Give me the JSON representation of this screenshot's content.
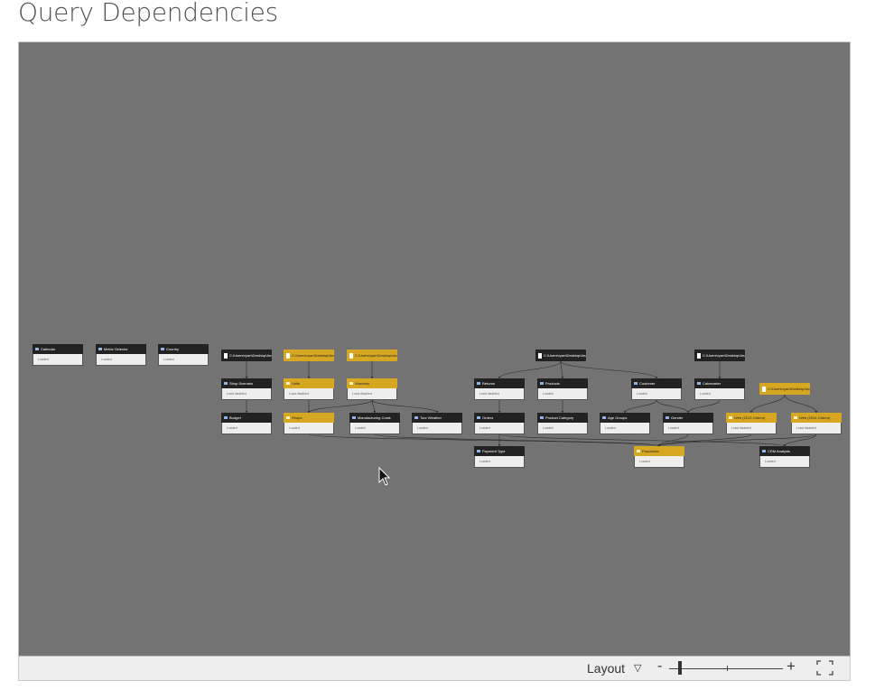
{
  "header": {
    "title": "Query Dependencies"
  },
  "graph": {
    "nodes": [
      {
        "id": "calendar",
        "name": "Calendar",
        "status": "Loaded",
        "kind": "table",
        "highlight": false
      },
      {
        "id": "metric",
        "name": "Metric Selector",
        "status": "Loaded",
        "kind": "table",
        "highlight": false
      },
      {
        "id": "country",
        "name": "Country",
        "status": "Loaded",
        "kind": "table",
        "highlight": false
      },
      {
        "id": "file1",
        "name": "C:\\Users\\ryan\\Desktop\\Analyze...",
        "status": "",
        "kind": "file",
        "highlight": false
      },
      {
        "id": "file2",
        "name": "C:\\Users\\ryan\\Desktop\\Analyze...",
        "status": "",
        "kind": "file",
        "highlight": true
      },
      {
        "id": "file3",
        "name": "C:\\Users\\ryan\\Desktop\\Analyze...",
        "status": "",
        "kind": "file",
        "highlight": true
      },
      {
        "id": "file4",
        "name": "C:\\Users\\ryan\\Desktop\\Analyze...",
        "status": "",
        "kind": "file",
        "highlight": false
      },
      {
        "id": "file5",
        "name": "C:\\Users\\ryan\\Desktop\\Analyze...",
        "status": "",
        "kind": "file",
        "highlight": false
      },
      {
        "id": "file6",
        "name": "C:\\Users\\ryan\\Desktop\\Analyze...",
        "status": "",
        "kind": "file",
        "highlight": true
      },
      {
        "id": "shop",
        "name": "Shop Scenario",
        "status": "Load disabled",
        "kind": "table",
        "highlight": false
      },
      {
        "id": "units",
        "name": "Units",
        "status": "Load disabled",
        "kind": "table",
        "highlight": true
      },
      {
        "id": "warranty",
        "name": "Warranty",
        "status": "Load disabled",
        "kind": "table",
        "highlight": true
      },
      {
        "id": "returns",
        "name": "Returns",
        "status": "Load disabled",
        "kind": "table",
        "highlight": false
      },
      {
        "id": "products",
        "name": "Products",
        "status": "Loaded",
        "kind": "table",
        "highlight": false
      },
      {
        "id": "customer",
        "name": "Customer",
        "status": "Loaded",
        "kind": "table",
        "highlight": false
      },
      {
        "id": "calcdeal",
        "name": "Calcmaster",
        "status": "Loaded",
        "kind": "table",
        "highlight": false
      },
      {
        "id": "budget",
        "name": "Budget",
        "status": "Loaded",
        "kind": "table",
        "highlight": false
      },
      {
        "id": "shops",
        "name": "Shops",
        "status": "Loaded",
        "kind": "table",
        "highlight": true
      },
      {
        "id": "mfg",
        "name": "Manufacturing Costs",
        "status": "Loaded",
        "kind": "table",
        "highlight": false
      },
      {
        "id": "weather",
        "name": "Tour Weather",
        "status": "Loaded",
        "kind": "table",
        "highlight": false
      },
      {
        "id": "orders",
        "name": "Orders",
        "status": "Loaded",
        "kind": "table",
        "highlight": false
      },
      {
        "id": "prodcat",
        "name": "Product Category",
        "status": "Loaded",
        "kind": "table",
        "highlight": false
      },
      {
        "id": "agegroups",
        "name": "Age Groups",
        "status": "Loaded",
        "kind": "table",
        "highlight": false
      },
      {
        "id": "gender",
        "name": "Gender",
        "status": "Loaded",
        "kind": "table",
        "highlight": false
      },
      {
        "id": "web1",
        "name": "Web (2013 Orders)",
        "status": "Load disabled",
        "kind": "table",
        "highlight": true
      },
      {
        "id": "web2",
        "name": "Web (2014 Orders)",
        "status": "Load disabled",
        "kind": "table",
        "highlight": true
      },
      {
        "id": "paytype",
        "name": "Payment Type",
        "status": "Loaded",
        "kind": "table",
        "highlight": false
      },
      {
        "id": "population",
        "name": "Population",
        "status": "Loaded",
        "kind": "table",
        "highlight": true
      },
      {
        "id": "crm",
        "name": "CRM Analysis",
        "status": "Loaded",
        "kind": "table",
        "highlight": false
      }
    ],
    "edges": [
      [
        "file1",
        "shop"
      ],
      [
        "file2",
        "units"
      ],
      [
        "file3",
        "warranty"
      ],
      [
        "file4",
        "returns"
      ],
      [
        "file4",
        "products"
      ],
      [
        "file4",
        "customer"
      ],
      [
        "file5",
        "calcdeal"
      ],
      [
        "file6",
        "web1"
      ],
      [
        "file6",
        "web2"
      ],
      [
        "shop",
        "budget"
      ],
      [
        "units",
        "shops"
      ],
      [
        "warranty",
        "shops"
      ],
      [
        "warranty",
        "mfg"
      ],
      [
        "warranty",
        "weather"
      ],
      [
        "returns",
        "orders"
      ],
      [
        "products",
        "prodcat"
      ],
      [
        "customer",
        "agegroups"
      ],
      [
        "customer",
        "gender"
      ],
      [
        "calcdeal",
        "gender"
      ],
      [
        "orders",
        "paytype"
      ],
      [
        "shops",
        "population"
      ],
      [
        "mfg",
        "population"
      ],
      [
        "gender",
        "population"
      ],
      [
        "web1",
        "population"
      ],
      [
        "web2",
        "population"
      ],
      [
        "web2",
        "crm"
      ],
      [
        "orders",
        "crm"
      ]
    ]
  },
  "toolbar": {
    "layout_label": "Layout",
    "layout_caret": "▽",
    "zoom_minus": "-",
    "zoom_plus": "+",
    "zoom_level": 0.08
  }
}
